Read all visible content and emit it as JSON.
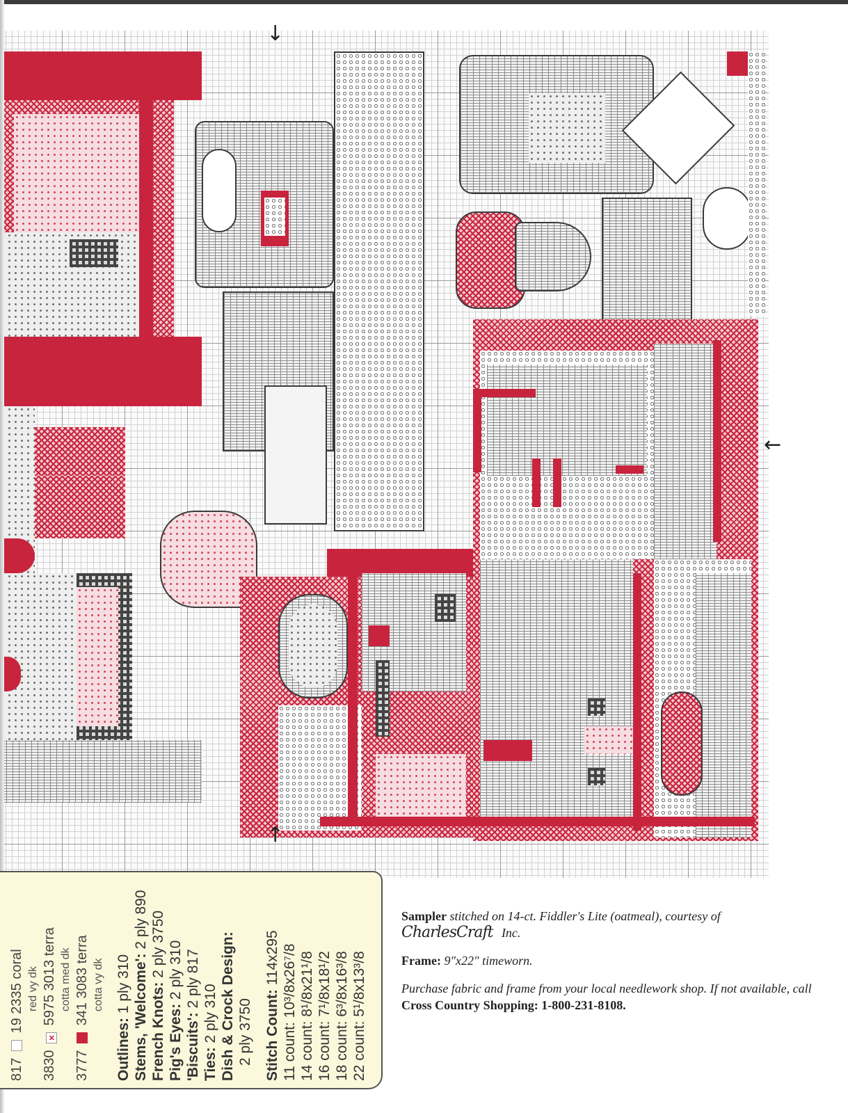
{
  "key": {
    "threads": [
      {
        "n1": "817",
        "n2": "19",
        "n3": "2335",
        "name": "coral",
        "name2": "red vy dk"
      },
      {
        "n1": "3830",
        "symbol": "x",
        "n2": "5975",
        "n3": "3013",
        "name": "terra",
        "name2": "cotta med dk"
      },
      {
        "n1": "3777",
        "symbol": "filled",
        "n2": "341",
        "n3": "3083",
        "name": "terra",
        "name2": "cotta vy dk"
      }
    ],
    "instructions": [
      {
        "label": "Outlines:",
        "value": "1 ply 310"
      },
      {
        "label": "Stems, 'Welcome':",
        "value": "2 ply 890"
      },
      {
        "label": "French Knots:",
        "value": "2 ply 3750"
      },
      {
        "label": "Pig's Eyes:",
        "value": "2 ply 310"
      },
      {
        "label": "'Biscuits':",
        "value": "2 ply 817"
      },
      {
        "label": "Ties:",
        "value": "2 ply 310"
      },
      {
        "label": "Dish & Crock Design:",
        "value": ""
      },
      {
        "label": "",
        "value": "2 ply 3750"
      }
    ],
    "stitch_count": {
      "label": "Stitch Count:",
      "value": "114x295"
    },
    "sizes": [
      "11 count: 10³/8x26⁷/8",
      "14 count: 8¹/8x21¹/8",
      "16 count: 7¹/8x18¹/2",
      "18 count: 6³/8x16³/8",
      "22 count: 5¹/8x13³/8"
    ]
  },
  "credits": {
    "sampler_label": "Sampler",
    "sampler_text": "stitched on 14-ct. Fiddler's Lite (oatmeal), courtesy of",
    "company_logo": "CharlesCraft",
    "company_suffix": "Inc.",
    "frame_label": "Frame:",
    "frame_text": "9\"x22\" timeworn.",
    "purchase_text": "Purchase fabric and frame from your local needlework shop. If not available, call",
    "shop_name": "Cross Country Shopping: 1-800-231-8108."
  },
  "arrows": {
    "top": "↓",
    "right": "←",
    "bottom": "↑"
  }
}
